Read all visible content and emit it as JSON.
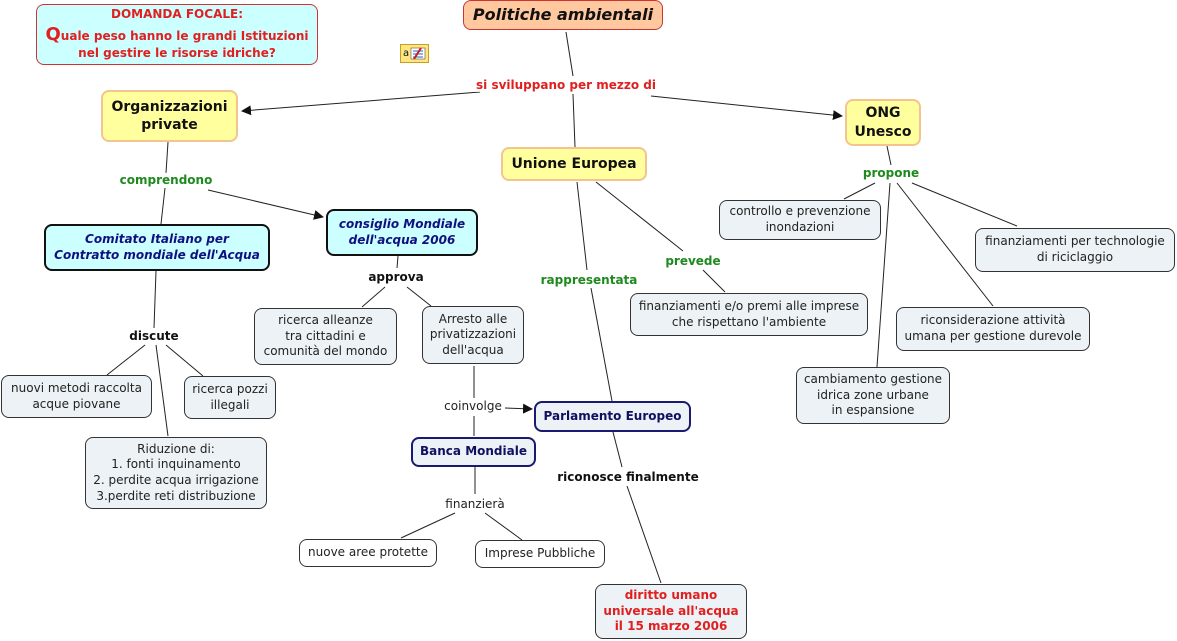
{
  "focal_question": {
    "heading": "DOMANDA FOCALE:",
    "first_letter": "Q",
    "line1_rest": "uale peso hanno le grandi Istituzioni",
    "line2": "nel gestire le risorse idriche?"
  },
  "note_icon": "annotation-note-icon",
  "nodes": {
    "politiche": "Politiche ambientali",
    "org_private": "Organizzazioni\nprivate",
    "unione_europea": "Unione Europea",
    "ong_unesco": "ONG\nUnesco",
    "comitato": "Comitato Italiano per\nContratto mondiale dell'Acqua",
    "consiglio": "consiglio Mondiale\ndell'acqua 2006",
    "nuovi_metodi": "nuovi metodi raccolta\nacque piovane",
    "ricerca_pozzi": "ricerca pozzi\nillegali",
    "riduzione": "Riduzione di:\n1. fonti inquinamento\n2. perdite acqua irrigazione\n3.perdite reti distribuzione",
    "ricerca_alleanze": "ricerca alleanze\ntra cittadini e\ncomunità del  mondo",
    "arresto": "Arresto alle\nprivatizzazioni\ndell'acqua",
    "banca_mondiale": "Banca Mondiale",
    "parlamento": "Parlamento Europeo",
    "aree_protette": "nuove aree protette",
    "imprese_pubbliche": "Imprese Pubbliche",
    "diritto": "diritto umano\nuniversale all'acqua\nil 15 marzo 2006",
    "finanziamenti_imprese": "finanziamenti e/o premi alle imprese\nche rispettano l'ambiente",
    "controllo": "controllo e prevenzione\ninondazioni",
    "finanziamenti_tech": "finanziamenti per technologie\ndi riciclaggio",
    "riconsiderazione": "riconsiderazione attività\numana per gestione durevole",
    "cambiamento": "cambiamento gestione\nidrica zone urbane\nin espansione"
  },
  "links": {
    "si_sviluppano": "si sviluppano per mezzo di",
    "comprendono": "comprendono",
    "discute": "discute",
    "approva": "approva",
    "coinvolge": "coinvolge",
    "finanziera": "finanzierà",
    "rappresentata": "rappresentata",
    "prevede": "prevede",
    "riconosce": "riconosce finalmente",
    "propone": "propone"
  },
  "colors": {
    "focal_text": "#e02020",
    "link_green": "#1e8a1e",
    "title_fill": "#ffc89e",
    "yellow_fill": "#ffff9e",
    "cyan_fill": "#ccffff",
    "concept_fill": "#ecf2f5"
  }
}
